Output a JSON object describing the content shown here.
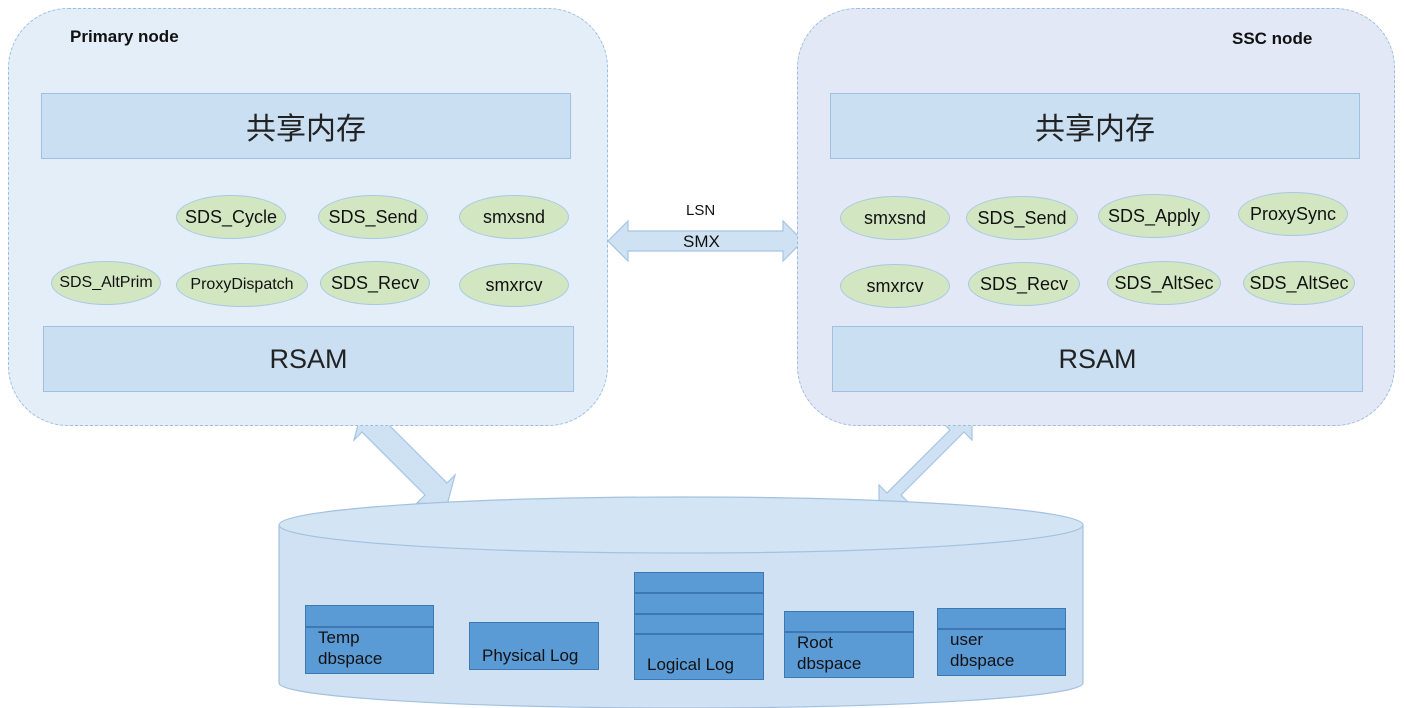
{
  "primary_node": {
    "title": "Primary node",
    "shared_memory": "共享内存",
    "rsam": "RSAM",
    "threads_row1": [
      "SDS_Cycle",
      "SDS_Send",
      "smxsnd"
    ],
    "threads_row2": [
      "SDS_AltPrim",
      "ProxyDispatch",
      "SDS_Recv",
      "smxrcv"
    ]
  },
  "ssc_node": {
    "title": "SSC node",
    "shared_memory": "共享内存",
    "rsam": "RSAM",
    "threads_row1": [
      "smxsnd",
      "SDS_Send",
      "SDS_Apply",
      "ProxySync"
    ],
    "threads_row2": [
      "smxrcv",
      "SDS_Recv",
      "SDS_AltSec",
      "SDS_AltSec"
    ]
  },
  "connection": {
    "top_label": "LSN",
    "bottom_label": "SMX"
  },
  "storage": {
    "temp": {
      "line1": "Temp",
      "line2": "dbspace"
    },
    "physical_log": "Physical Log",
    "logical_log": "Logical Log",
    "root": {
      "line1": "Root",
      "line2": "dbspace"
    },
    "user": {
      "line1": "user",
      "line2": "dbspace"
    }
  },
  "colors": {
    "node_fill_primary": "#e4eef8",
    "node_fill_ssc": "#e2e8f5",
    "bar_fill": "#cadff2",
    "thread_fill": "#d3e6c2",
    "block_fill": "#5b9bd5",
    "arrow_fill": "#cfe2f3"
  }
}
